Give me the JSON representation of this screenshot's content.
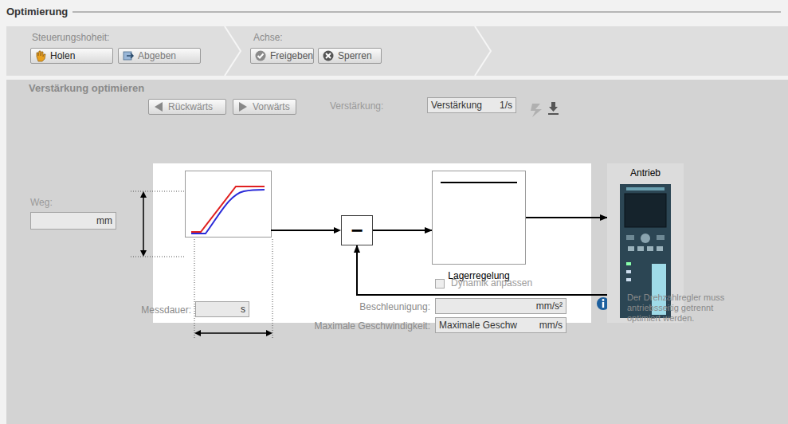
{
  "diagram": {
    "title": "Optimierung",
    "nodes": [
      {
        "text": [
          "Holen"
        ]
      },
      {
        "text": [
          "Abgeben"
        ]
      },
      {
        "text": [
          "Freigeben"
        ]
      },
      {
        "text": [
          "Sperren"
        ]
      },
      {
        "text": [
          "Rückwärts"
        ]
      },
      {
        "text": [
          "Vorwärts"
        ]
      },
      {
        "text": [
          "Verstärkung",
          "1/s"
        ]
      },
      {
        "text": [
          "mm"
        ]
      },
      {
        "text": [
          "−"
        ]
      },
      {
        "text": [
          "Lagerregelung"
        ]
      },
      {
        "text": [
          "Antrieb"
        ]
      },
      {
        "text": [
          "s"
        ]
      },
      {
        "text": [
          "mm/s²"
        ]
      },
      {
        "text": [
          "Maximale Geschw",
          "mm/s"
        ]
      }
    ],
    "edges": [
      {
        "from": 8,
        "to": 9,
        "arrow": "to"
      },
      {
        "from": 9,
        "to": 10,
        "arrow": "to"
      },
      {
        "from": 10,
        "to": 8,
        "arrow": "to"
      }
    ],
    "labels": [
      "Steuerungshoheit:",
      "Achse:",
      "Verstärkung optimieren",
      "Verstärkung:",
      "Weg:",
      "Dynamik anpassen",
      "Messdauer:",
      "Beschleunigung:",
      "Maximale Geschwindigkeit:",
      "Der Drehzahlregler muss antriebsseitig getrennt optimiert werden."
    ]
  }
}
